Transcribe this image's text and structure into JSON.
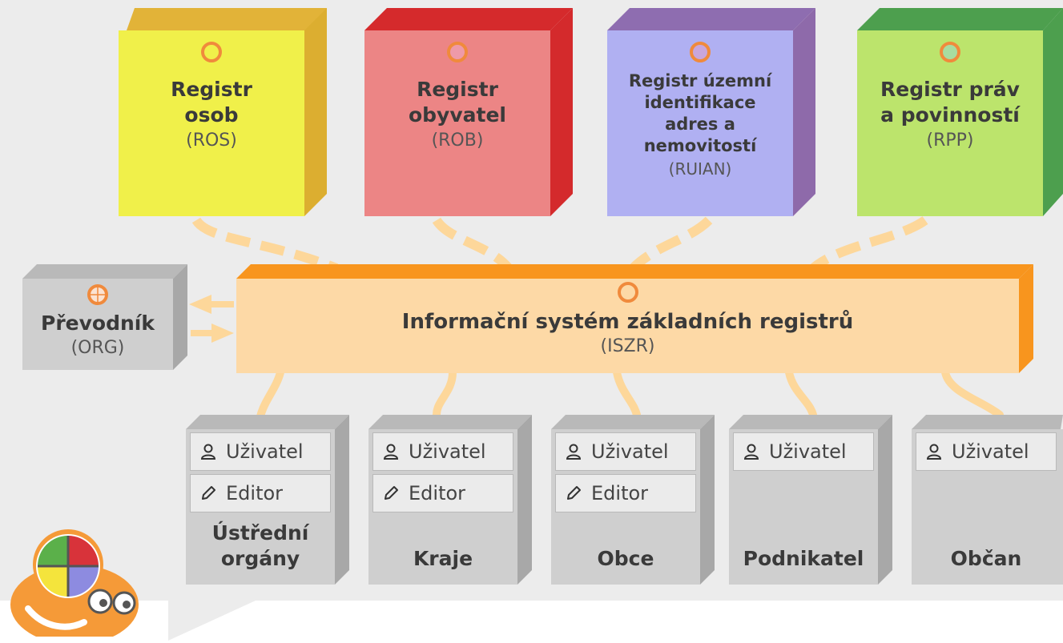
{
  "registers": [
    {
      "id": "ros",
      "title": "Registr\nosob",
      "abbr": "(ROS)",
      "face": "#f0f04a",
      "top": "#e2b338",
      "side": "#dcae30",
      "ring_fill": "#f0f04a"
    },
    {
      "id": "rob",
      "title": "Registr\nobyvatel",
      "abbr": "(ROB)",
      "face": "#ec8585",
      "top": "#d52a2c",
      "side": "#d42a2c",
      "ring_fill": "#ee9aa8"
    },
    {
      "id": "ruian",
      "title": "Registr územní\nidentifikace\nadres a\nnemovitostí",
      "abbr": "(RUIAN)",
      "face": "#b0b0f2",
      "top": "#8e6db0",
      "side": "#8e6aaa",
      "ring_fill": "#c9a6dc"
    },
    {
      "id": "rpp",
      "title": "Registr práv\na povinností",
      "abbr": "(RPP)",
      "face": "#bce46c",
      "top": "#4d9f4e",
      "side": "#4d9f4e",
      "ring_fill": "#a8dca0"
    }
  ],
  "central": {
    "title": "Informační systém základních registrů",
    "abbr": "(ISZR)"
  },
  "converter": {
    "title": "Převodník",
    "abbr": "(ORG)"
  },
  "roles": {
    "user": "Uživatel",
    "editor": "Editor"
  },
  "groups": [
    {
      "id": "ustredni",
      "label": "Ústřední\norgány",
      "has_editor": true
    },
    {
      "id": "kraje",
      "label": "Kraje",
      "has_editor": true
    },
    {
      "id": "obce",
      "label": "Obce",
      "has_editor": true
    },
    {
      "id": "podnikatel",
      "label": "Podnikatel",
      "has_editor": false
    },
    {
      "id": "obcan",
      "label": "Občan",
      "has_editor": false
    }
  ],
  "colors": {
    "connector": "#fdd79a",
    "central_face": "#fdd9a6",
    "central_top": "#f8951e",
    "ring": "#f08a3c",
    "box_grey": "#cfcfcf",
    "mascot": "#f59a38"
  },
  "icons": {
    "user": "user-icon",
    "editor": "pencil-icon",
    "ring": "ring-icon",
    "globe": "globe-icon"
  }
}
